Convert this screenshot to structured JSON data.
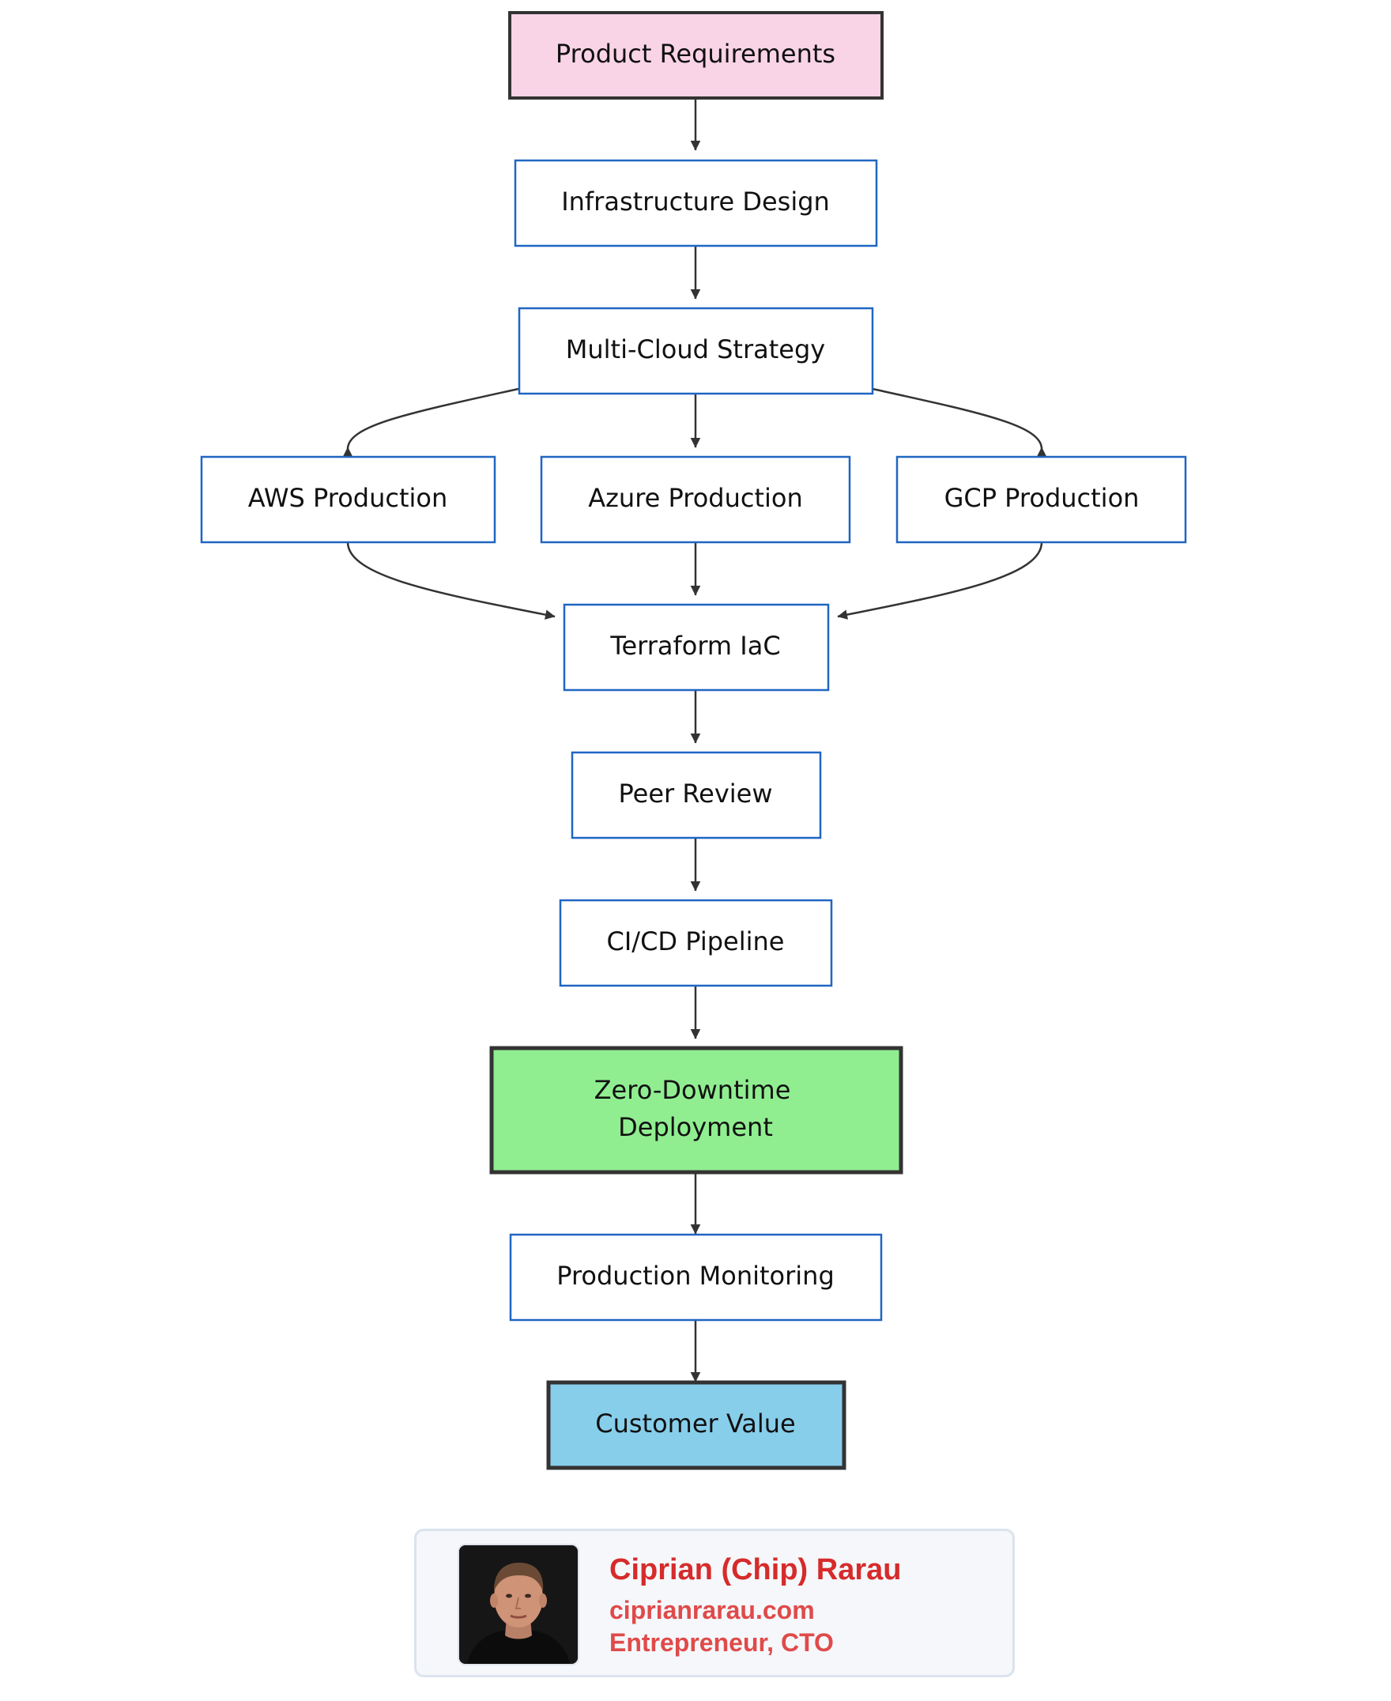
{
  "diagram": {
    "nodes": {
      "product_requirements": "Product Requirements",
      "infrastructure_design": "Infrastructure Design",
      "multi_cloud_strategy": "Multi-Cloud Strategy",
      "aws_production": "AWS Production",
      "azure_production": "Azure Production",
      "gcp_production": "GCP Production",
      "terraform_iac": "Terraform IaC",
      "peer_review": "Peer Review",
      "cicd_pipeline": "CI/CD Pipeline",
      "zero_downtime_line1": "Zero-Downtime",
      "zero_downtime_line2": "Deployment",
      "production_monitoring": "Production Monitoring",
      "customer_value": "Customer Value"
    },
    "edges": [
      [
        "product_requirements",
        "infrastructure_design"
      ],
      [
        "infrastructure_design",
        "multi_cloud_strategy"
      ],
      [
        "multi_cloud_strategy",
        "aws_production"
      ],
      [
        "multi_cloud_strategy",
        "azure_production"
      ],
      [
        "multi_cloud_strategy",
        "gcp_production"
      ],
      [
        "aws_production",
        "terraform_iac"
      ],
      [
        "azure_production",
        "terraform_iac"
      ],
      [
        "gcp_production",
        "terraform_iac"
      ],
      [
        "terraform_iac",
        "peer_review"
      ],
      [
        "peer_review",
        "cicd_pipeline"
      ],
      [
        "cicd_pipeline",
        "zero_downtime_deployment"
      ],
      [
        "zero_downtime_deployment",
        "production_monitoring"
      ],
      [
        "production_monitoring",
        "customer_value"
      ]
    ],
    "colors": {
      "start_fill": "#f9d4e6",
      "deploy_fill": "#90ee90",
      "value_fill": "#87ceeb",
      "node_border": "#1f66c2",
      "emphasis_border": "#333333"
    }
  },
  "author_card": {
    "photo_icon": "person-portrait",
    "name": "Ciprian (Chip) Rarau",
    "website": "ciprianrarau.com",
    "role": "Entrepreneur, CTO",
    "accent_color": "#d62b2b"
  }
}
